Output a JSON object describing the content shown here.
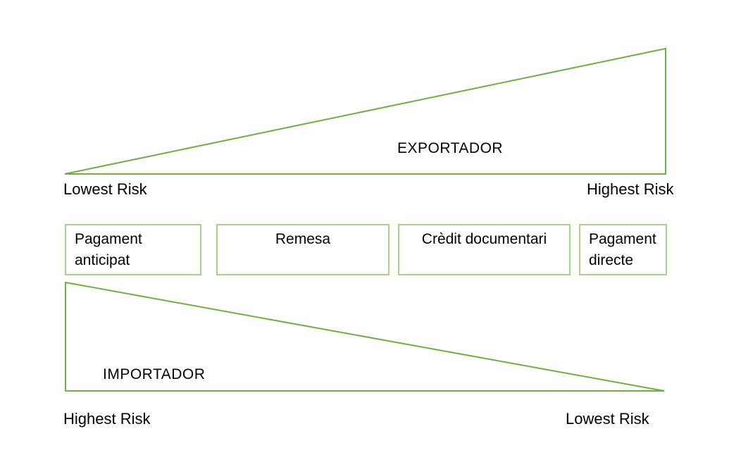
{
  "colors": {
    "triangle_stroke": "#70AD47",
    "box_border": "#A9D18E",
    "text": "#000000",
    "background": "#FFFFFF"
  },
  "exporter": {
    "triangle_label": "EXPORTADOR",
    "left_label": "Lowest Risk",
    "right_label": "Highest Risk"
  },
  "payment_methods": [
    "Pagament anticipat",
    "Remesa",
    "Crèdit documentari",
    "Pagament directe"
  ],
  "importer": {
    "triangle_label": "IMPORTADOR",
    "left_label": "Highest Risk",
    "right_label": "Lowest Risk"
  }
}
